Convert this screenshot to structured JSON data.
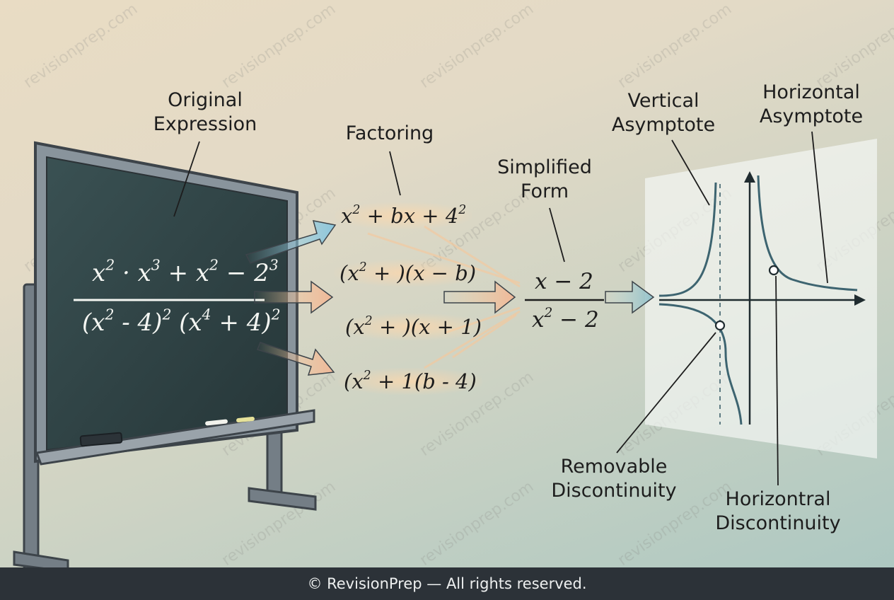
{
  "labels": {
    "original_expression": "Original\nExpression",
    "factoring": "Factoring",
    "simplified_form": "Simplified\nForm",
    "vertical_asymptote": "Vertical\nAsymptote",
    "horizontal_asymptote": "Horizontal\nAsymptote",
    "removable_discontinuity": "Removable\nDiscontinuity",
    "horizontal_discontinuity": "Horizontral\nDiscontinuity"
  },
  "board": {
    "numerator": "x^2 · x^3 + x^2 − 2^3",
    "denominator": "(x^2 - 4)^2 (x^4 + 4)^2"
  },
  "factoring_steps": [
    "x^2 + bx + 4^2",
    "(x^2 + )(x − b)",
    "(x^2 + )(x + 1)",
    "(x^2 + 1(b - 4)"
  ],
  "simplified": {
    "numerator": "x − 2",
    "denominator": "x^2 − 2"
  },
  "watermark": "revisionprep.com",
  "footer": "© RevisionPrep — All rights reserved.",
  "colors": {
    "chalkboard": "#2f4446",
    "frame": "#6f7a82",
    "curve": "#3d6470",
    "footer_bg": "#2c3238"
  }
}
